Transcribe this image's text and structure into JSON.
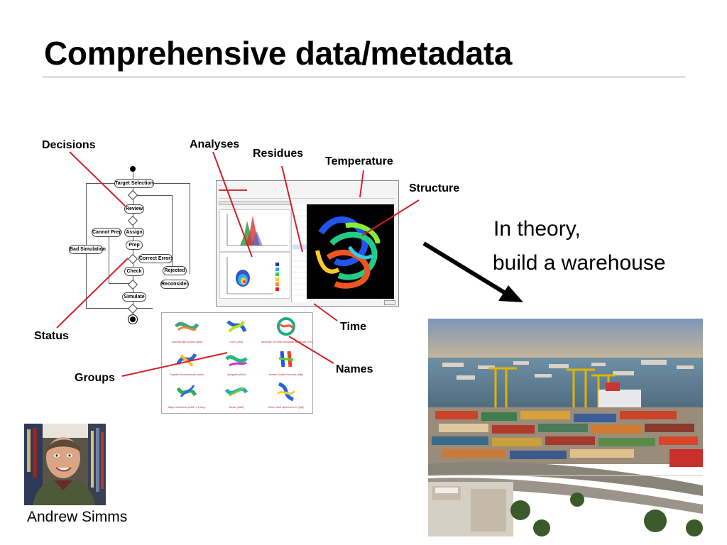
{
  "slide": {
    "title": "Comprehensive data/metadata",
    "theory_line1": "In theory,",
    "theory_line2": "build a warehouse",
    "author": "Andrew Simms"
  },
  "callouts": {
    "decisions": "Decisions",
    "analyses": "Analyses",
    "residues": "Residues",
    "temperature": "Temperature",
    "structure": "Structure",
    "status": "Status",
    "time": "Time",
    "groups": "Groups",
    "names": "Names"
  },
  "flowchart": {
    "target_selection": "Target Selection",
    "review": "Review",
    "assign": "Assign",
    "cannot_prep": "Cannot Prep",
    "prep": "Prep",
    "bad_simulation": "Bad Simulation",
    "correct_errors": "Correct Errors",
    "check": "Check",
    "rejected": "Rejected",
    "reconsider": "Reconsider",
    "simulate": "Simulate"
  },
  "groups_panel": {
    "captions": [
      "Tudor/dsr-like module (hard)",
      "CheY (Amy)",
      "Monomer of Triose phosphate isomerase (Tim)",
      "Engrailed homeodomain (hmth)",
      "Myoglobin (ldzb)",
      "Human Growth Hormone (Hgh)",
      "Major cold shock protein 7.4 (fnrp)",
      "Azurin (5azb)",
      "Horse heart cytochrome C (2gkt)"
    ]
  },
  "colors": {
    "callout_line": "#d42027",
    "arrow": "#000000",
    "rule": "#8c8c8c"
  }
}
